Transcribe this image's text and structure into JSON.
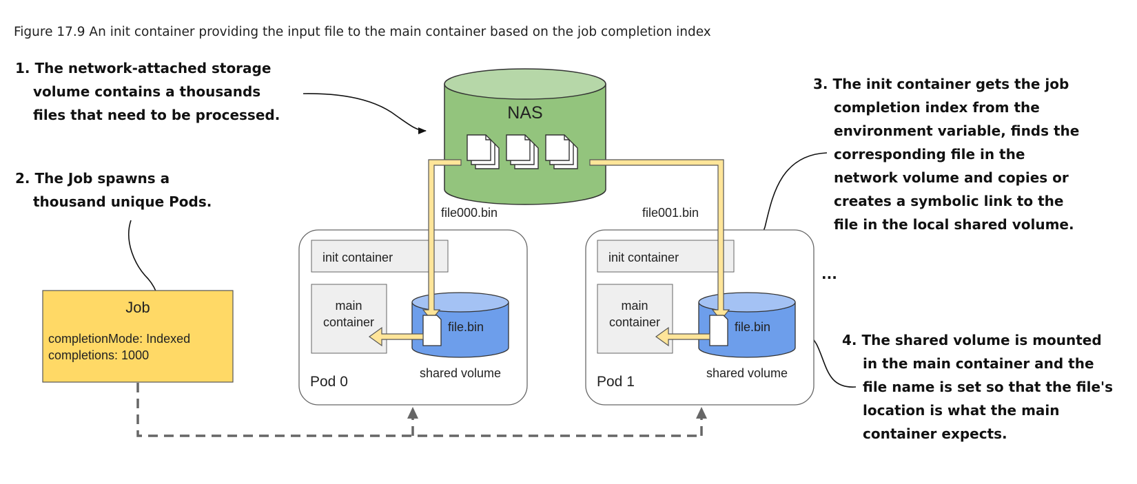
{
  "caption": "Figure 17.9 An init container providing the input file to the main container based on the job completion index",
  "annotations": {
    "a1": [
      "1. The network-attached storage",
      "volume contains a thousands",
      "files that need to be processed."
    ],
    "a2": [
      "2. The Job spawns a",
      "thousand unique Pods."
    ],
    "a3": [
      "3. The init container gets the job",
      "completion index from the",
      "environment variable, finds the",
      "corresponding file in the",
      "network volume and copies or",
      "creates a symbolic link to the",
      "file in the local shared volume."
    ],
    "a4": [
      "4. The shared volume is mounted",
      "in the main container and the",
      "file name is set so that the file's",
      "location is what the main",
      "container expects."
    ]
  },
  "nas": {
    "label": "NAS"
  },
  "job": {
    "title": "Job",
    "lines": [
      "completionMode: Indexed",
      "completions: 1000"
    ]
  },
  "file_labels": [
    "file000.bin",
    "file001.bin"
  ],
  "pods": [
    {
      "name": "Pod 0",
      "init_label": "init container",
      "main_label": [
        "main",
        "container"
      ],
      "file_label": "file.bin",
      "volume_label": "shared volume"
    },
    {
      "name": "Pod 1",
      "init_label": "init container",
      "main_label": [
        "main",
        "container"
      ],
      "file_label": "file.bin",
      "volume_label": "shared volume"
    }
  ],
  "ellipsis": "...",
  "colors": {
    "nas_fill": "#93c47d",
    "job_fill": "#ffd966",
    "volume_fill": "#6d9eeb",
    "arrow_fill": "#ffe599",
    "box_fill": "#efefef"
  }
}
